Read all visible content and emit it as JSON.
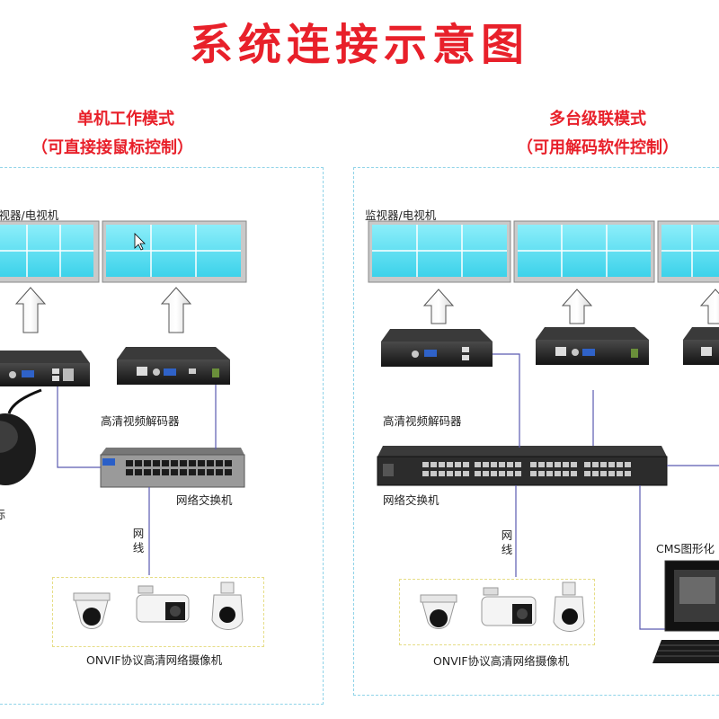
{
  "title": "系统连接示意图",
  "left": {
    "mode_title": "单机工作模式",
    "mode_subtitle": "（可直接接鼠标控制）",
    "monitor_label": "监视器/电视机",
    "decoder_label": "高清视频解码器",
    "switch_label": "网络交换机",
    "cable_label": "网线",
    "camera_label": "ONVIF协议高清网络摄像机",
    "mouse_label": "鼠标"
  },
  "right": {
    "mode_title": "多台级联模式",
    "mode_subtitle": "（可用解码软件控制）",
    "monitor_label": "监视器/电视机",
    "decoder_label": "高清视频解码器",
    "switch_label": "网络交换机",
    "cable_label": "网线",
    "camera_label": "ONVIF协议高清网络摄像机",
    "cms_label": "CMS图形化"
  },
  "colors": {
    "title_red": "#e8202a",
    "dash_blue": "#8fd3e8",
    "dash_yellow": "#e6dd86",
    "screen_cyan": "#5fe0f0",
    "link_purple": "#5a5ab0"
  }
}
